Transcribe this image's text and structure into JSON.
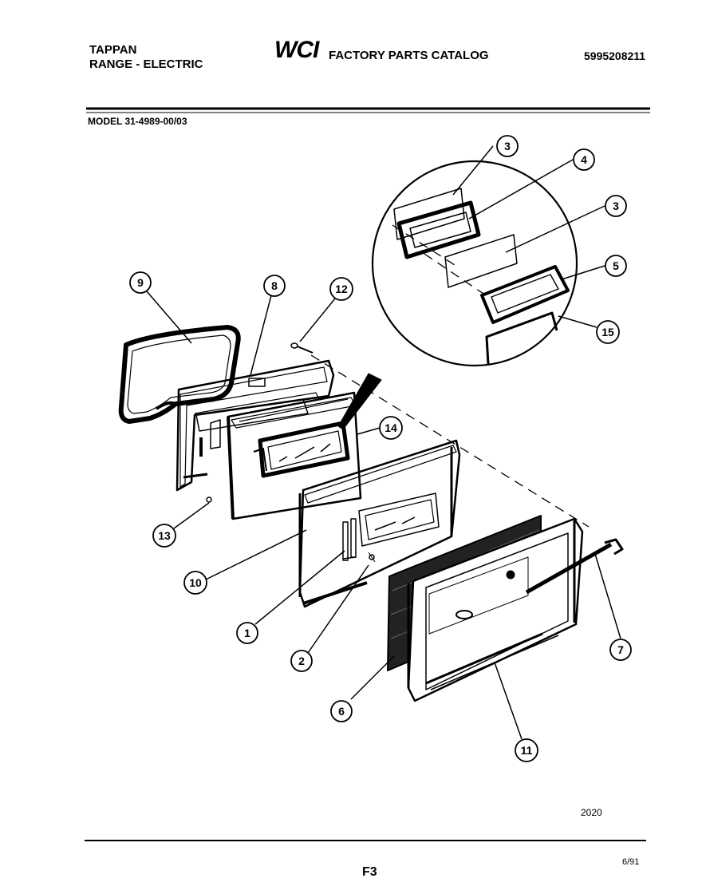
{
  "header": {
    "brand": "TAPPAN",
    "product": "RANGE - ELECTRIC",
    "logo": "WCI",
    "catalog_title": "FACTORY PARTS CATALOG",
    "catalog_number": "5995208211",
    "model": "MODEL 31-4989-00/03"
  },
  "callouts": [
    "1",
    "2",
    "3",
    "3",
    "4",
    "5",
    "6",
    "7",
    "8",
    "9",
    "10",
    "11",
    "12",
    "13",
    "14",
    "15"
  ],
  "footer": {
    "diagram_code": "2020",
    "page": "F3",
    "date": "6/91"
  }
}
